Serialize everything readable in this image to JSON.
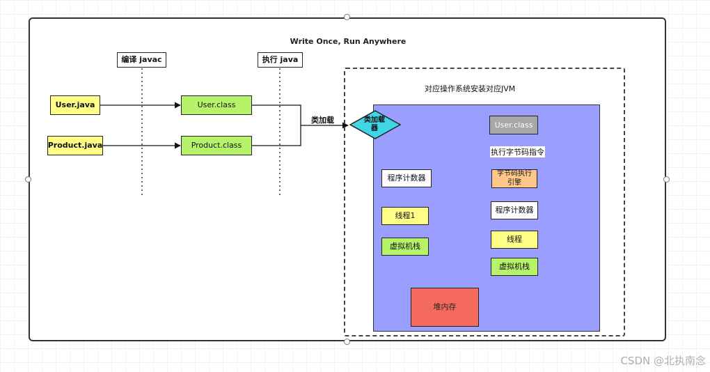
{
  "title": "Write Once, Run Anywhere",
  "stages": {
    "compile": "编译 javac",
    "execute": "执行 java"
  },
  "sources": [
    "User.java",
    "Product.java"
  ],
  "classes": [
    "User.class",
    "Product.class"
  ],
  "load_label": "类加载",
  "jvm": {
    "region_title": "对应操作系统安装对应JVM",
    "class_loader": "类加载器",
    "loaded_class": "User.class",
    "exec_instruction": "执行字节码指令",
    "engine": "字节码执行引擎",
    "left_column": [
      "程序计数器",
      "线程1",
      "虚拟机栈"
    ],
    "right_column": [
      "程序计数器",
      "线程",
      "虚拟机栈"
    ],
    "heap": "堆内存"
  },
  "watermark": "CSDN @北执南念",
  "colors": {
    "yellow": "#ffff88",
    "green": "#b6f36a",
    "cyan": "#3fd7e6",
    "gray": "#a7a7a7",
    "orange": "#ffc88a",
    "red": "#f46b5d",
    "blue": "#9a9eff"
  }
}
